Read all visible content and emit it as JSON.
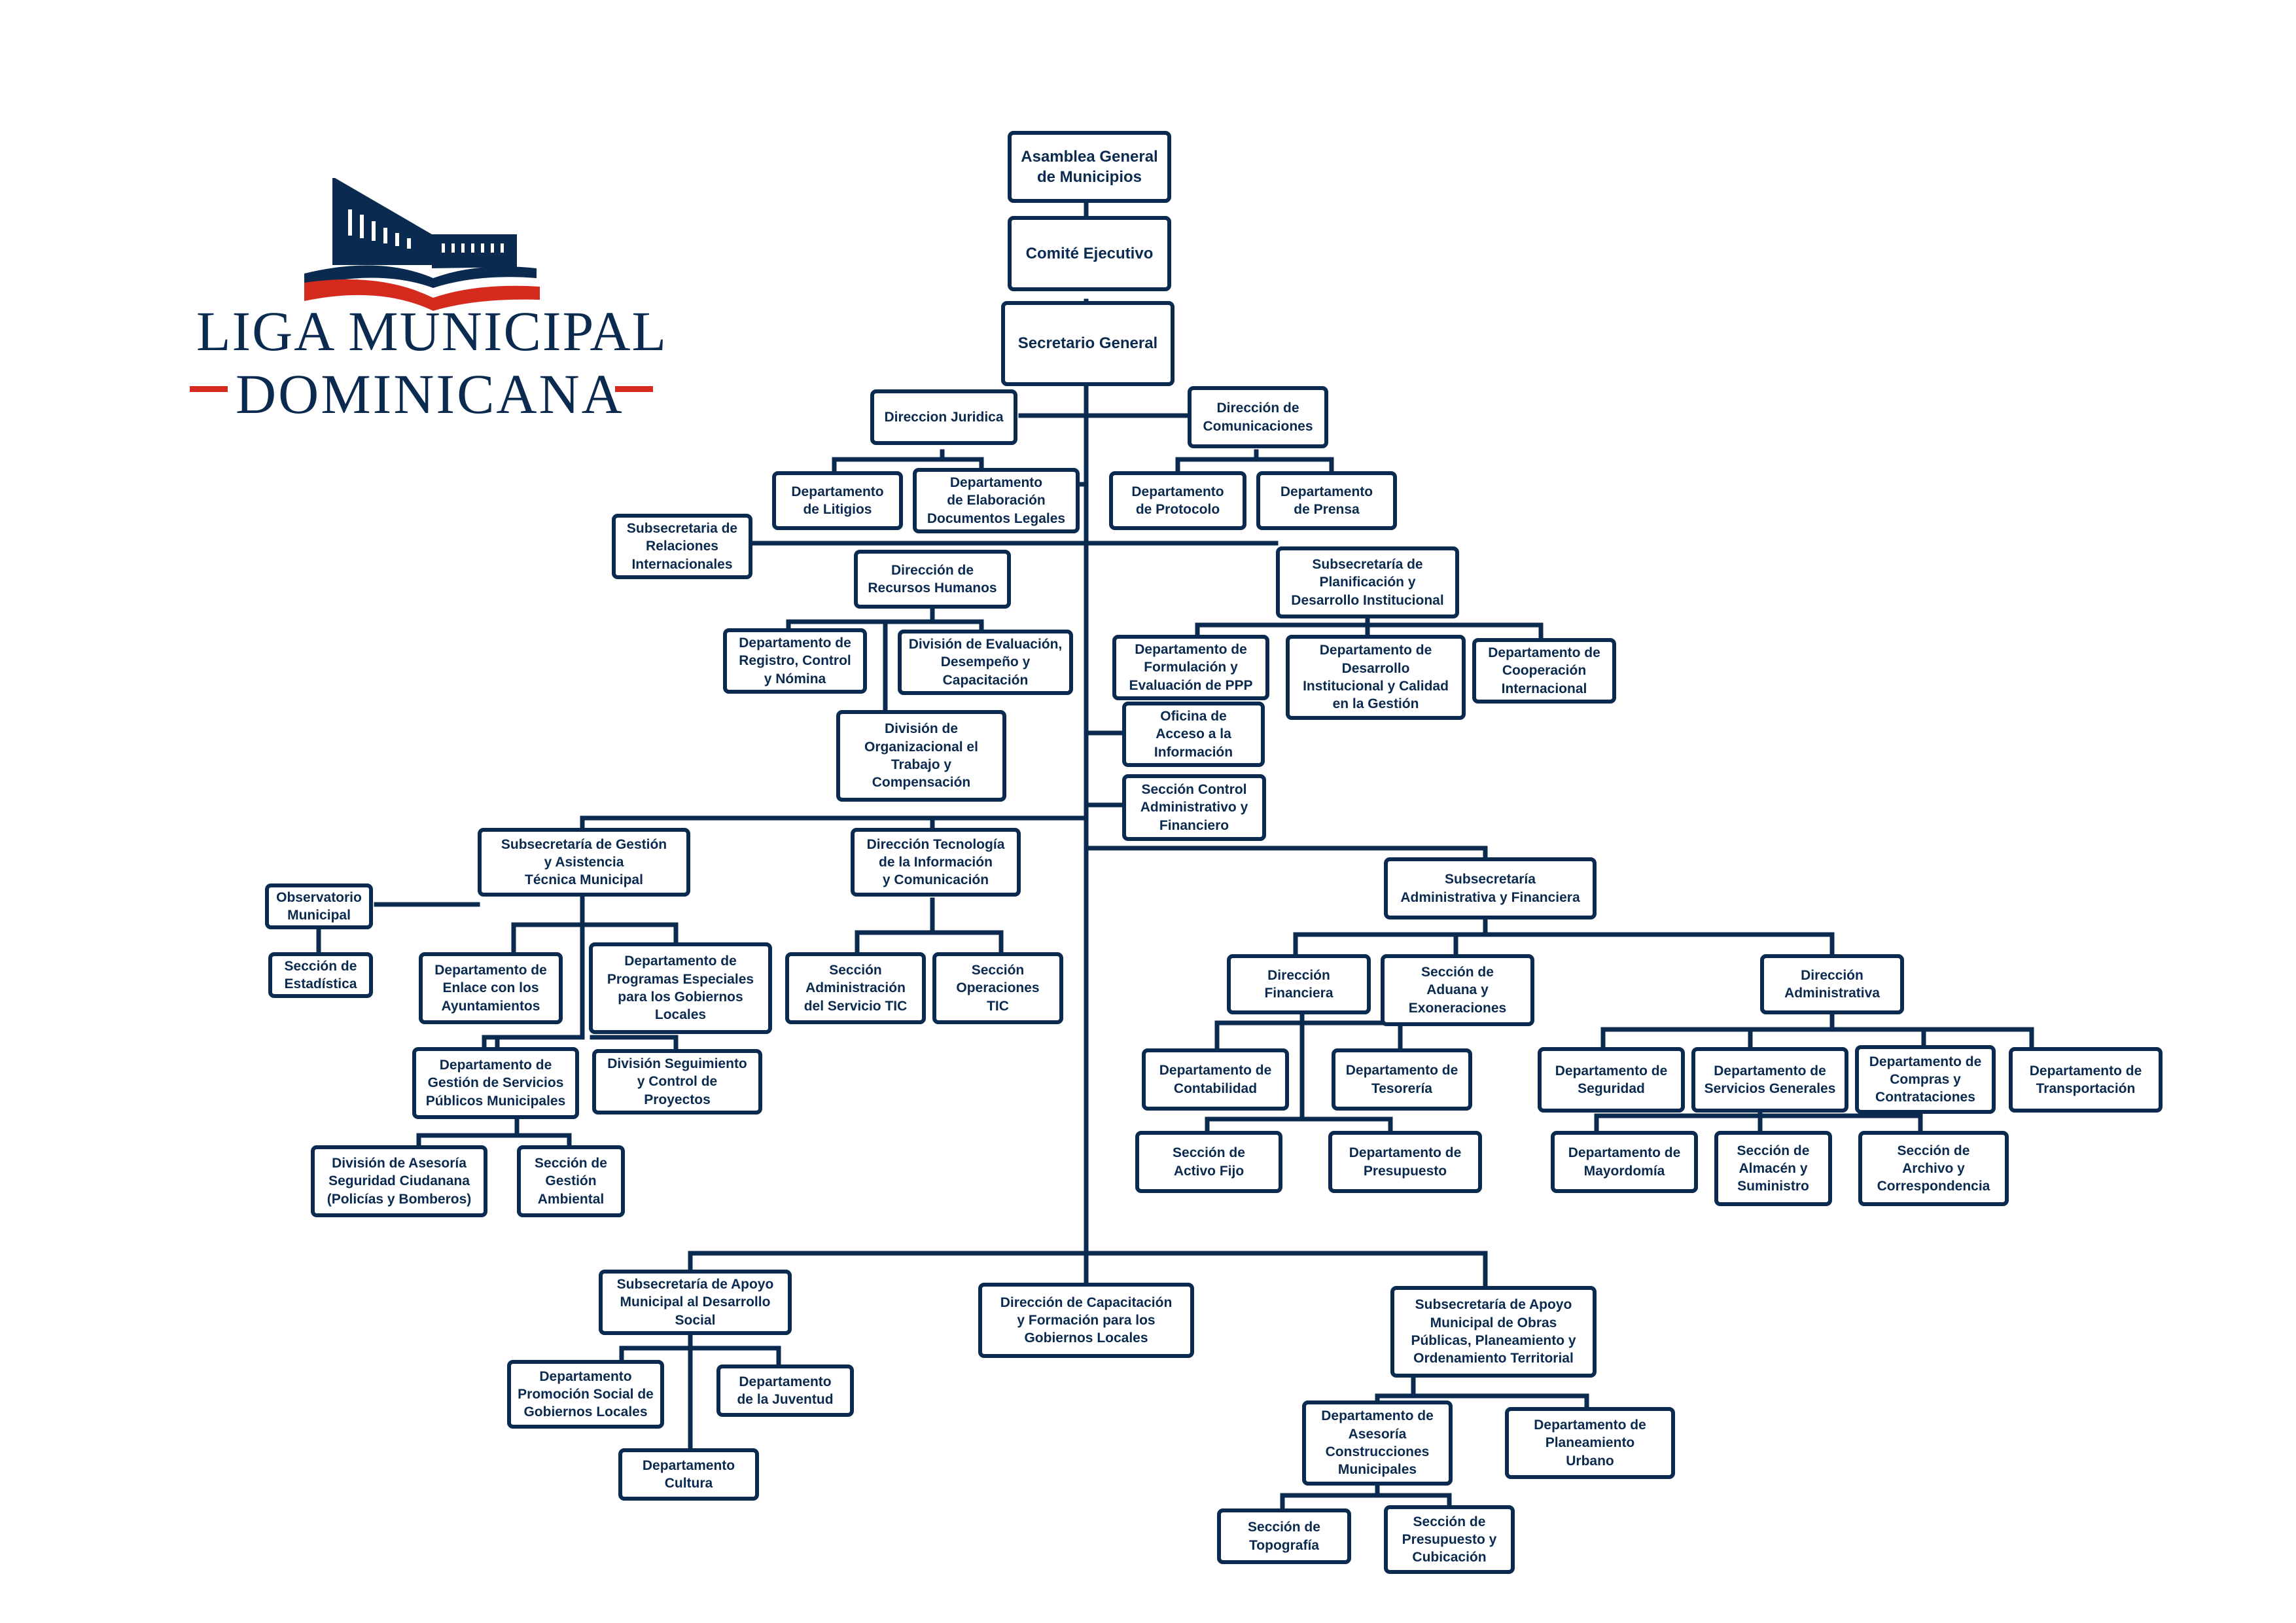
{
  "logo": {
    "line1": "LIGA MUNICIPAL",
    "line2": "DOMINICANA",
    "colors": {
      "navy": "#0b2a4f",
      "red": "#d52b1e"
    }
  },
  "colors": {
    "line": "#0b2a4f",
    "box_border": "#0b2a4f",
    "text": "#0b2a4f",
    "background": "#ffffff"
  },
  "units": [
    {
      "id": "asamblea",
      "label": "Asamblea General\nde Municipios"
    },
    {
      "id": "comite",
      "label": "Comité Ejecutivo"
    },
    {
      "id": "secretario",
      "label": "Secretario General"
    },
    {
      "id": "dir_juridica",
      "label": "Direccion Juridica"
    },
    {
      "id": "dir_comunicaciones",
      "label": "Dirección  de\nComunicaciones"
    },
    {
      "id": "dep_litigios",
      "label": "Departamento\nde Litigios"
    },
    {
      "id": "dep_elaboracion",
      "label": "Departamento\nde Elaboración\nDocumentos Legales"
    },
    {
      "id": "dep_protocolo",
      "label": "Departamento\nde Protocolo"
    },
    {
      "id": "dep_prensa",
      "label": "Departamento\nde Prensa"
    },
    {
      "id": "sub_relaciones",
      "label": "Subsecretaria de\nRelaciones\nInternacionales"
    },
    {
      "id": "dir_rrhh",
      "label": "Dirección de\nRecursos Humanos"
    },
    {
      "id": "sub_planificacion",
      "label": "Subsecretaría de\nPlanificación y\nDesarrollo Institucional"
    },
    {
      "id": "dep_registro",
      "label": "Departamento de\nRegistro, Control\ny Nómina"
    },
    {
      "id": "div_evaluacion",
      "label": "División de Evaluación,\nDesempeño y\nCapacitación"
    },
    {
      "id": "div_organizacional",
      "label": "División de\nOrganizacional el\nTrabajo y\nCompensación"
    },
    {
      "id": "dep_formulacion",
      "label": "Departamento de\nFormulación y\nEvaluación de PPP"
    },
    {
      "id": "dep_desarrollo_inst",
      "label": "Departamento de\nDesarrollo\nInstitucional y Calidad\nen la Gestión"
    },
    {
      "id": "dep_cooperacion",
      "label": "Departamento de\nCooperación\nInternacional"
    },
    {
      "id": "oficina_acceso",
      "label": "Oficina de\nAcceso a la\nInformación"
    },
    {
      "id": "seccion_control",
      "label": "Sección Control\nAdministrativo y\nFinanciero"
    },
    {
      "id": "sub_gestion",
      "label": "Subsecretaría de Gestión\ny Asistencia\nTécnica Municipal"
    },
    {
      "id": "dir_tic",
      "label": "Dirección Tecnología\nde la Información\ny Comunicación"
    },
    {
      "id": "sub_admin_fin",
      "label": "Subsecretaría\nAdministrativa y Financiera"
    },
    {
      "id": "observatorio",
      "label": "Observatorio\nMunicipal"
    },
    {
      "id": "sec_estadistica",
      "label": "Sección de\nEstadística"
    },
    {
      "id": "dep_enlace",
      "label": "Departamento de\nEnlace con los\nAyuntamientos"
    },
    {
      "id": "dep_programas",
      "label": "Departamento de\nProgramas Especiales\npara los Gobiernos\nLocales"
    },
    {
      "id": "dep_servicios_publicos",
      "label": "Departamento de\nGestión de Servicios\nPúblicos Municipales"
    },
    {
      "id": "div_seguimiento",
      "label": "División Seguimiento\ny Control de\nProyectos"
    },
    {
      "id": "div_asesoria_seguridad",
      "label": "División de Asesoría\nSeguridad Ciudanana\n(Policías y Bomberos)"
    },
    {
      "id": "sec_gestion_ambiental",
      "label": "Sección de\nGestión\nAmbiental"
    },
    {
      "id": "sec_admin_tic",
      "label": "Sección\nAdministración\ndel Servicio TIC"
    },
    {
      "id": "sec_operaciones_tic",
      "label": "Sección\nOperaciones\nTIC"
    },
    {
      "id": "dir_financiera",
      "label": "Dirección\nFinanciera"
    },
    {
      "id": "sec_aduana",
      "label": "Sección de\nAduana y\nExoneraciones"
    },
    {
      "id": "dir_administrativa",
      "label": "Dirección\nAdministrativa"
    },
    {
      "id": "dep_contabilidad",
      "label": "Departamento de\nContabilidad"
    },
    {
      "id": "dep_tesoreria",
      "label": "Departamento de\nTesorería"
    },
    {
      "id": "sec_activo_fijo",
      "label": "Sección de\nActivo Fijo"
    },
    {
      "id": "dep_presupuesto",
      "label": "Departamento de\nPresupuesto"
    },
    {
      "id": "dep_seguridad",
      "label": "Departamento de\nSeguridad"
    },
    {
      "id": "dep_servicios_generales",
      "label": "Departamento de\nServicios Generales"
    },
    {
      "id": "dep_compras",
      "label": "Departamento de\nCompras y\nContrataciones"
    },
    {
      "id": "dep_transportacion",
      "label": "Departamento de\nTransportación"
    },
    {
      "id": "dep_mayordomia",
      "label": "Departamento de\nMayordomía"
    },
    {
      "id": "sec_almacen",
      "label": "Sección de\nAlmacén y\nSuministro"
    },
    {
      "id": "sec_archivo",
      "label": "Sección de\nArchivo y\nCorrespondencia"
    },
    {
      "id": "sub_desarrollo_social",
      "label": "Subsecretaría de Apoyo\nMunicipal al Desarrollo\nSocial"
    },
    {
      "id": "dir_capacitacion",
      "label": "Dirección de Capacitación\ny Formación para los\nGobiernos Locales"
    },
    {
      "id": "sub_obras_publicas",
      "label": "Subsecretaría de Apoyo\nMunicipal de Obras\nPúblicas, Planeamiento y\nOrdenamiento Territorial"
    },
    {
      "id": "dep_promocion_social",
      "label": "Departamento\nPromoción Social de\nGobiernos Locales"
    },
    {
      "id": "dep_juventud",
      "label": "Departamento\nde la Juventud"
    },
    {
      "id": "dep_cultura",
      "label": "Departamento\nCultura"
    },
    {
      "id": "dep_asesoria_construcciones",
      "label": "Departamento de\nAsesoría\nConstrucciones\nMunicipales"
    },
    {
      "id": "dep_planeamiento",
      "label": "Departamento de\nPlaneamiento\nUrbano"
    },
    {
      "id": "sec_topografia",
      "label": "Sección de\nTopografía"
    },
    {
      "id": "sec_presupuesto_cubicacion",
      "label": "Sección de\nPresupuesto y\nCubicación"
    }
  ]
}
